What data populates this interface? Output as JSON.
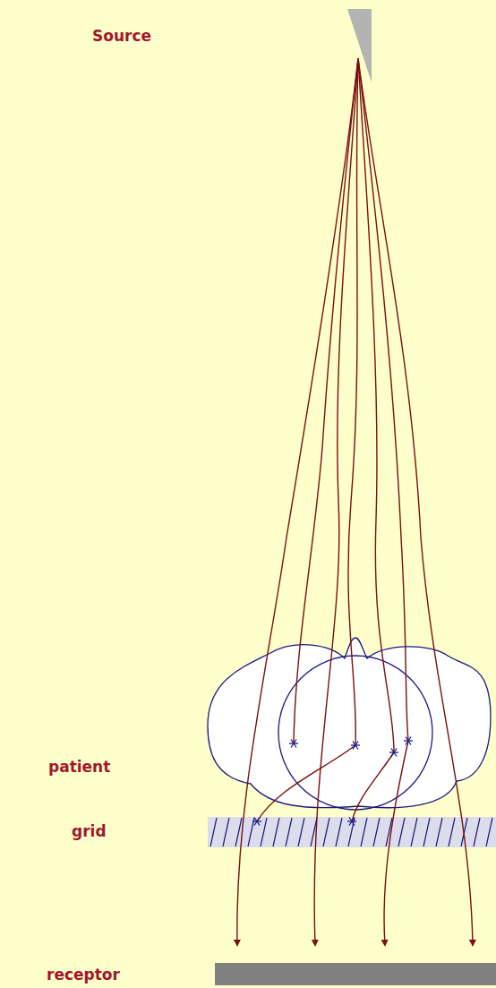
{
  "diagram": {
    "labels": [
      "Source",
      "patient",
      "grid",
      "receptor"
    ]
  }
}
